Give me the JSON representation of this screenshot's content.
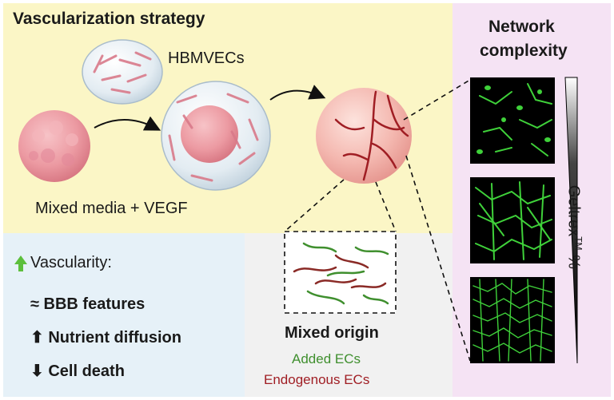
{
  "panels": {
    "strategy": {
      "title": "Vascularization strategy",
      "cell_label": "HBMVECs",
      "media_label": "Mixed media + VEGF"
    },
    "network": {
      "title_line1": "Network",
      "title_line2": "complexity",
      "axis_label_main": "Geltrex",
      "axis_label_sup": "TM",
      "axis_label_unit": "%"
    },
    "benefits": {
      "heading": "Vascularity:",
      "items": [
        {
          "symbol": "≈",
          "text": "BBB features"
        },
        {
          "symbol": "⬆",
          "text": "Nutrient diffusion"
        },
        {
          "symbol": "⬇",
          "text": "Cell death"
        }
      ]
    },
    "origin": {
      "title": "Mixed origin",
      "added": "Added ECs",
      "endogenous": "Endogenous ECs"
    }
  },
  "colors": {
    "strategy_bg": "#fbf6c6",
    "network_bg": "#f5e3f4",
    "benefits_bg": "#e6f1f8",
    "origin_bg": "#f1f1f1",
    "added_green": "#3f8f2e",
    "endogenous_red": "#a01e24",
    "network_green": "#3fd13a",
    "arrow_green": "#5cbf3c"
  }
}
